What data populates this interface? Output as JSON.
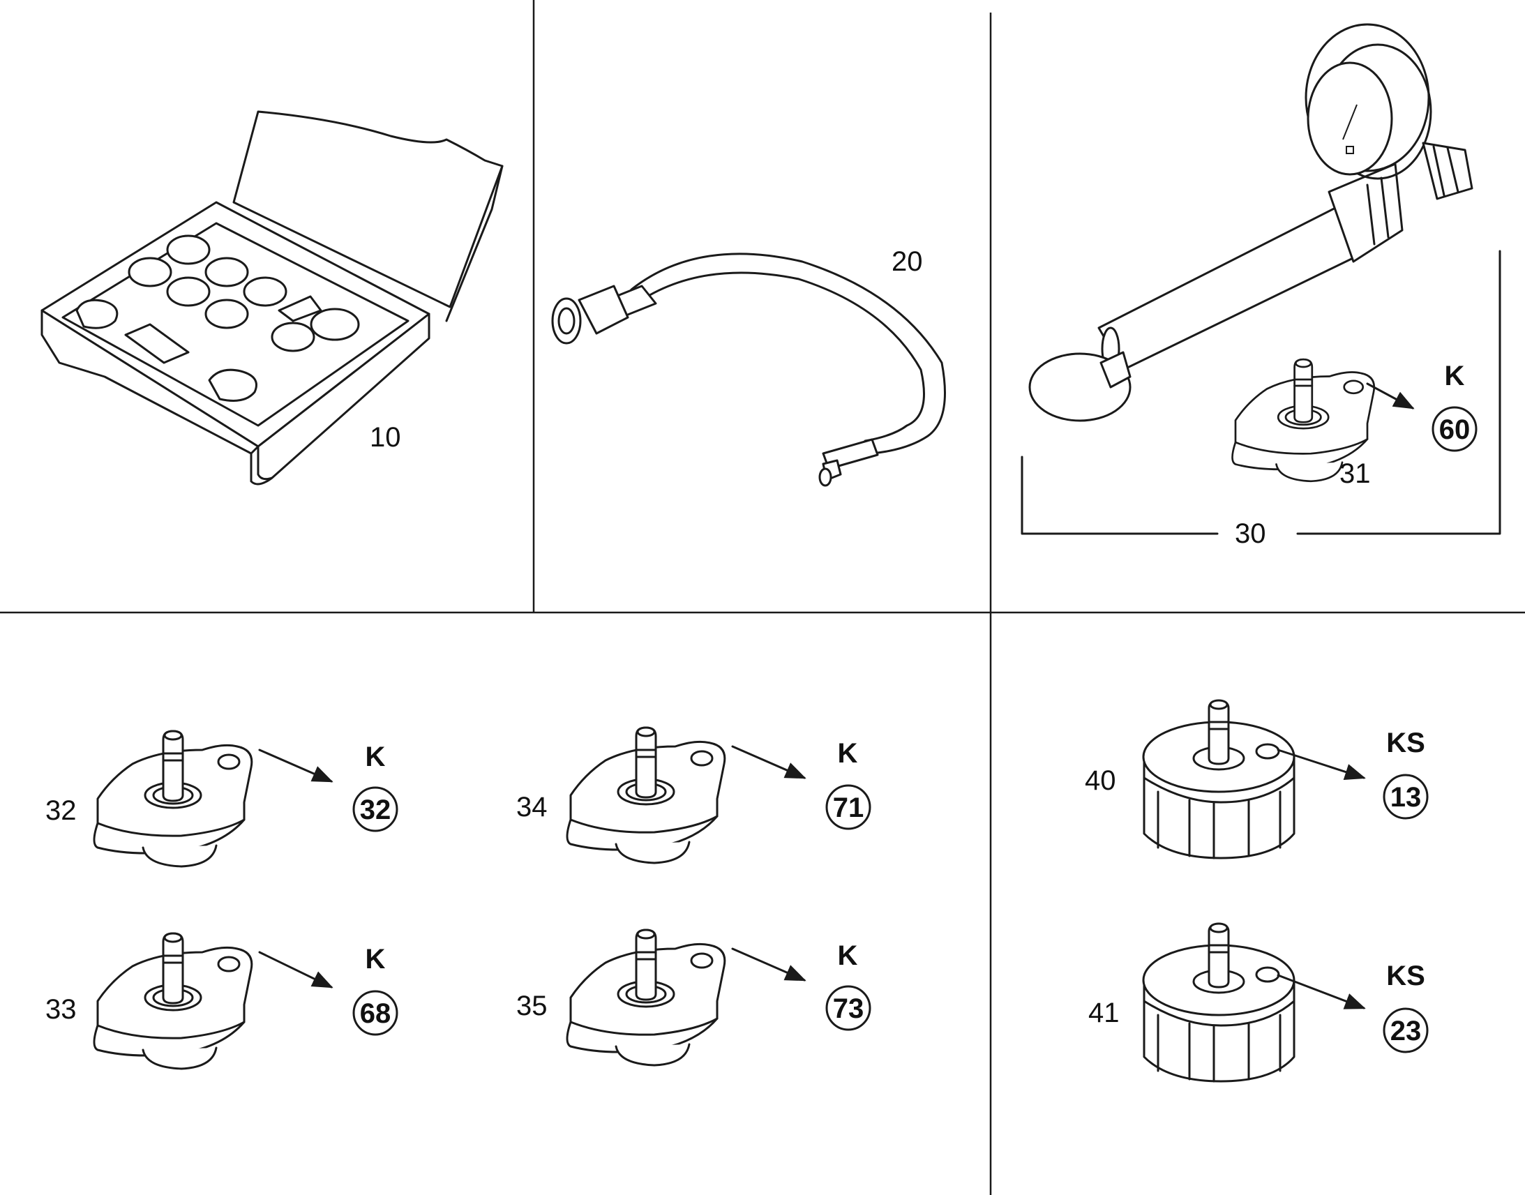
{
  "labels": {
    "case": "10",
    "hose": "20",
    "tester": "30",
    "adapter_31": "31",
    "adapter_32": "32",
    "adapter_33": "33",
    "adapter_34": "34",
    "adapter_35": "35",
    "adapter_40": "40",
    "adapter_41": "41"
  },
  "codes": {
    "a31": {
      "letter": "K",
      "number": "60"
    },
    "a32": {
      "letter": "K",
      "number": "32"
    },
    "a33": {
      "letter": "K",
      "number": "68"
    },
    "a34": {
      "letter": "K",
      "number": "71"
    },
    "a35": {
      "letter": "K",
      "number": "73"
    },
    "a40": {
      "letter": "KS",
      "number": "13"
    },
    "a41": {
      "letter": "KS",
      "number": "23"
    }
  }
}
